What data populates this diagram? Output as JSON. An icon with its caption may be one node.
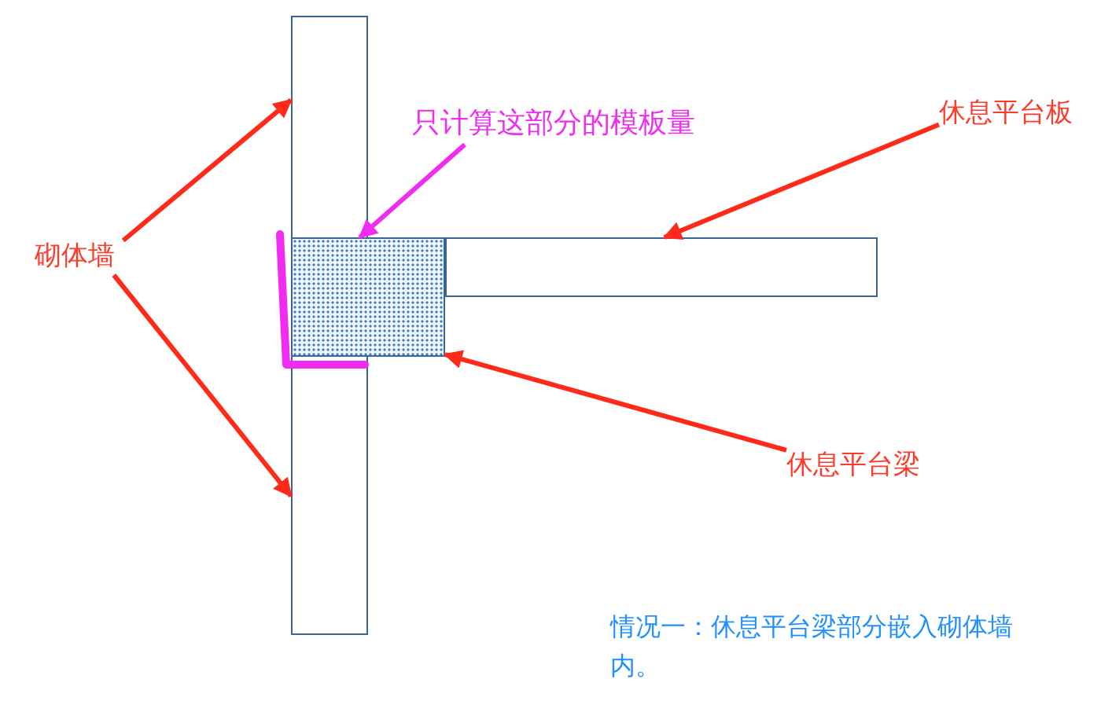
{
  "diagram": {
    "nodes": [
      {
        "text": [],
        "shape": "box"
      },
      {
        "text": [],
        "shape": "box"
      },
      {
        "text": [],
        "shape": "box"
      },
      {
        "text": [
          "砌体墙"
        ]
      },
      {
        "text": [
          "只计算这部分的模板量"
        ]
      },
      {
        "text": [
          "休息平台板"
        ]
      },
      {
        "text": [
          "休息平台梁"
        ]
      }
    ],
    "edges": [
      {
        "from": 3,
        "to": 0,
        "arrow": "to"
      },
      {
        "from": 3,
        "to": 0,
        "arrow": "to"
      },
      {
        "from": 4,
        "to": 1,
        "arrow": "to",
        "color": "#f02cf0"
      },
      {
        "from": 5,
        "to": 2,
        "arrow": "to"
      },
      {
        "from": 6,
        "to": 1,
        "arrow": "to"
      }
    ],
    "labels": [
      "情况一：休息平台梁部分嵌入砌体墙内。"
    ]
  }
}
